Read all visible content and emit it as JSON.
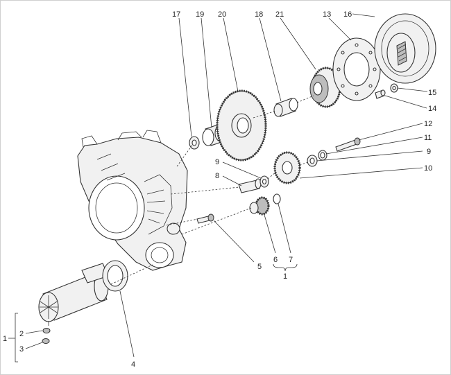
{
  "callouts": [
    {
      "id": "c17",
      "label": "17"
    },
    {
      "id": "c19",
      "label": "19"
    },
    {
      "id": "c20",
      "label": "20"
    },
    {
      "id": "c18",
      "label": "18"
    },
    {
      "id": "c21",
      "label": "21"
    },
    {
      "id": "c13",
      "label": "13"
    },
    {
      "id": "c16",
      "label": "16"
    },
    {
      "id": "c15",
      "label": "15"
    },
    {
      "id": "c14",
      "label": "14"
    },
    {
      "id": "c12",
      "label": "12"
    },
    {
      "id": "c11",
      "label": "11"
    },
    {
      "id": "c9r",
      "label": "9"
    },
    {
      "id": "c10",
      "label": "10"
    },
    {
      "id": "c9l",
      "label": "9"
    },
    {
      "id": "c8",
      "label": "8"
    },
    {
      "id": "c5",
      "label": "5"
    },
    {
      "id": "c6",
      "label": "6"
    },
    {
      "id": "c7",
      "label": "7"
    },
    {
      "id": "c1b",
      "label": "1"
    },
    {
      "id": "c1l",
      "label": "1"
    },
    {
      "id": "c2",
      "label": "2"
    },
    {
      "id": "c3",
      "label": "3"
    },
    {
      "id": "c4",
      "label": "4"
    }
  ]
}
